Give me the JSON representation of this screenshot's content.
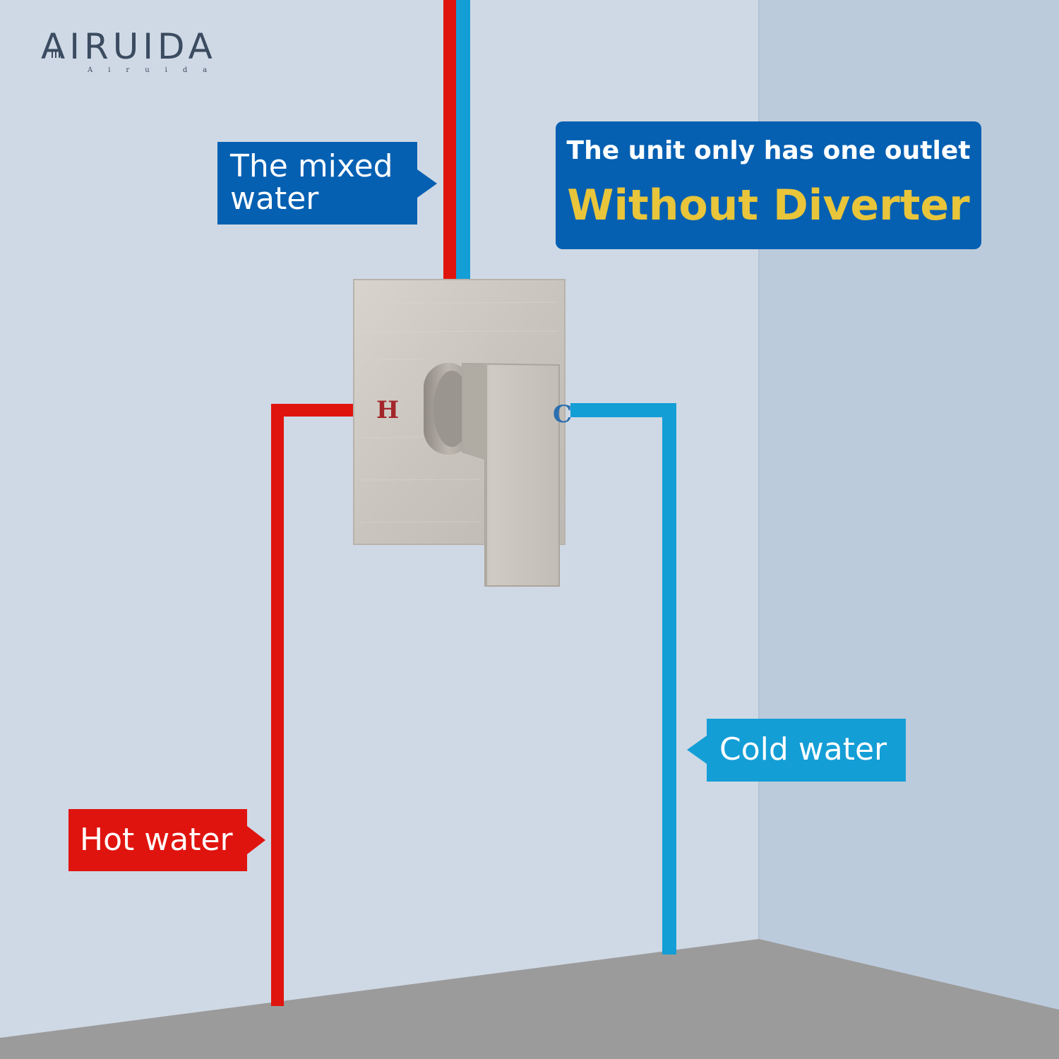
{
  "brand": {
    "logo_text": "AIRUIDA",
    "logo_subtext": "Airuida"
  },
  "callouts": {
    "mixed_water": [
      "The mixed",
      "water"
    ],
    "unit_line1": "The unit only has one outlet",
    "unit_line2": "Without Diverter",
    "cold_water": "Cold water",
    "hot_water": "Hot water"
  },
  "valve": {
    "hot_mark": "H",
    "cold_mark": "C"
  },
  "colors": {
    "wall": "#cfd9e5",
    "side_wall": "#bccbdc",
    "floor": "#9b9b9b",
    "hot_pipe": "#e0140f",
    "cold_pipe": "#149ed6",
    "callout_blue": "#0560b2",
    "highlight_yellow": "#e8c53a",
    "brushed_nickel": "#c9c5be"
  },
  "icons": {
    "logo_shower": "shower-head-icon"
  }
}
